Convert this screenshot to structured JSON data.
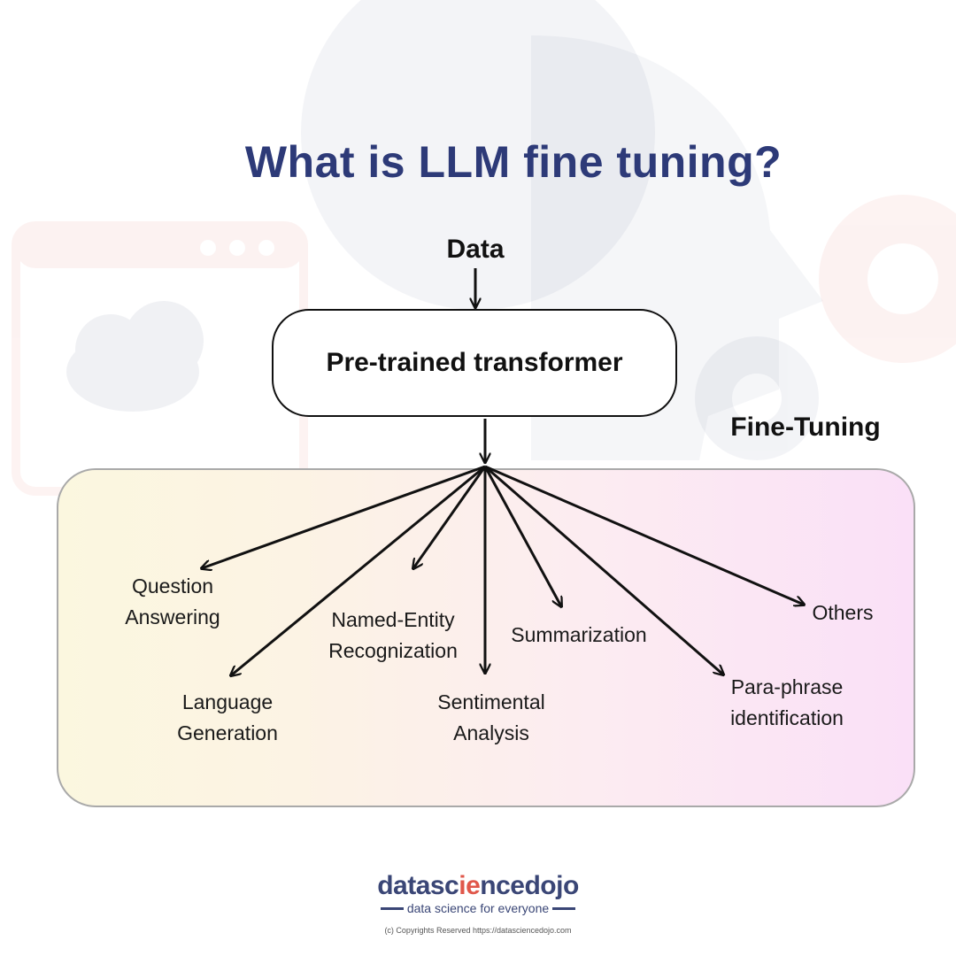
{
  "title": "What is LLM fine tuning?",
  "input_label": "Data",
  "model_label": "Pre-trained transformer",
  "fine_tuning_label": "Fine-Tuning",
  "tasks": [
    {
      "line1": "Question",
      "line2": "Answering"
    },
    {
      "line1": "Language",
      "line2": "Generation"
    },
    {
      "line1": "Named-Entity",
      "line2": "Recognization"
    },
    {
      "line1": "Sentimental",
      "line2": "Analysis"
    },
    {
      "line1": "Summarization",
      "line2": ""
    },
    {
      "line1": "Para-phrase",
      "line2": "identification"
    },
    {
      "line1": "Others",
      "line2": ""
    }
  ],
  "footer": {
    "logo_part1": "data",
    "logo_part2": "sc",
    "logo_part3": "ie",
    "logo_part4": "ncedojo",
    "tagline": "data science for everyone",
    "copyright": "(c) Copyrights Reserved  https://datasciencedojo.com"
  },
  "colors": {
    "title": "#2d3a78",
    "logo": "#3a4676",
    "logo_accent": "#e0574a",
    "panel_left": "#fbf7df",
    "panel_right": "#fae0f7"
  }
}
